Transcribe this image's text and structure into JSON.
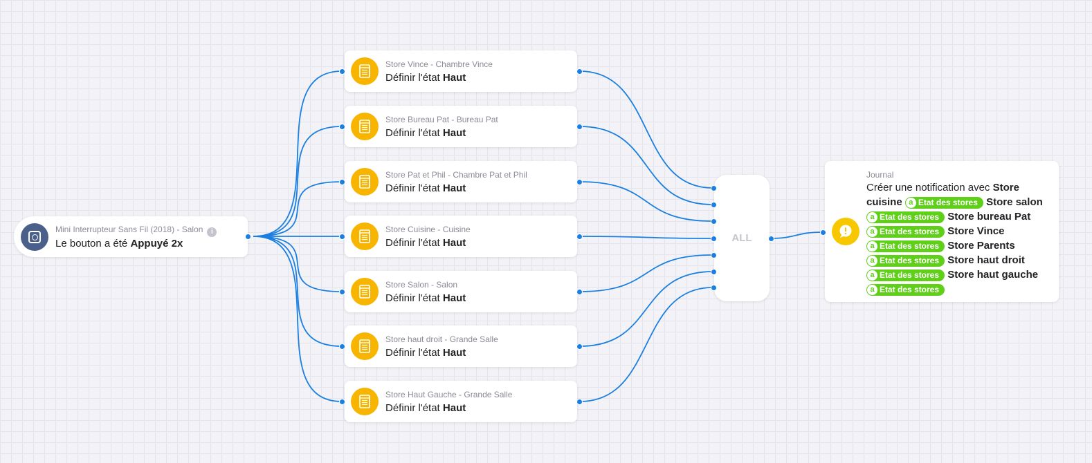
{
  "trigger": {
    "device": "Mini Interrupteur Sans Fil (2018) - Salon",
    "info": "i",
    "text_prefix": "Le bouton a été ",
    "text_value": "Appuyé 2x",
    "icon": "switch-icon"
  },
  "actions": [
    {
      "device": "Store Vince - Chambre Vince",
      "text_prefix": "Définir l'état ",
      "text_value": "Haut"
    },
    {
      "device": "Store Bureau Pat - Bureau Pat",
      "text_prefix": "Définir l'état ",
      "text_value": "Haut"
    },
    {
      "device": "Store Pat et Phil - Chambre Pat et Phil",
      "text_prefix": "Définir l'état ",
      "text_value": "Haut"
    },
    {
      "device": "Store Cuisine - Cuisine",
      "text_prefix": "Définir l'état ",
      "text_value": "Haut"
    },
    {
      "device": "Store Salon - Salon",
      "text_prefix": "Définir l'état ",
      "text_value": "Haut"
    },
    {
      "device": "Store haut droit - Grande Salle",
      "text_prefix": "Définir l'état ",
      "text_value": "Haut"
    },
    {
      "device": "Store Haut Gauche - Grande Salle",
      "text_prefix": "Définir l'état ",
      "text_value": "Haut"
    }
  ],
  "action_icon": "blind-icon",
  "all_node": {
    "label": "ALL"
  },
  "notification": {
    "title": "Journal",
    "intro": "Créer une notification avec ",
    "tag_at": "a",
    "items": [
      {
        "name": "Store cuisine",
        "tag": "Etat des stores"
      },
      {
        "name": "Store salon",
        "tag": "Etat des stores"
      },
      {
        "name": "Store bureau Pat",
        "tag": "Etat des stores"
      },
      {
        "name": "Store Vince",
        "tag": "Etat des stores"
      },
      {
        "name": "Store Parents",
        "tag": "Etat des stores"
      },
      {
        "name": "Store haut droit",
        "tag": "Etat des stores"
      },
      {
        "name": "Store haut gauche",
        "tag": "Etat des stores"
      }
    ],
    "icon": "alert-icon"
  },
  "colors": {
    "wire": "#1a7fe0",
    "trigger_icon_bg": "#4a5f8a",
    "action_icon_bg": "#f7b500",
    "notify_icon_bg": "#f7c800",
    "tag_bg": "#5fcf1a",
    "canvas_bg": "#f3f3f7"
  }
}
